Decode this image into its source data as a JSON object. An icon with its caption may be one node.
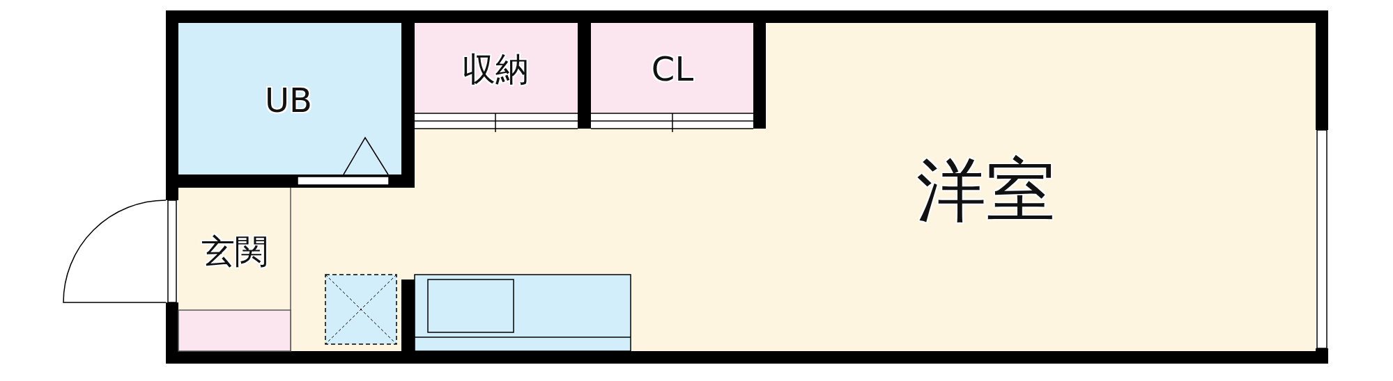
{
  "diagram": {
    "nodes": [
      {
        "text": [
          "UB"
        ]
      },
      {
        "text": [
          "収納"
        ]
      },
      {
        "text": [
          "CL"
        ]
      },
      {
        "text": [
          "洋室"
        ]
      },
      {
        "text": [
          "玄関"
        ]
      }
    ]
  }
}
